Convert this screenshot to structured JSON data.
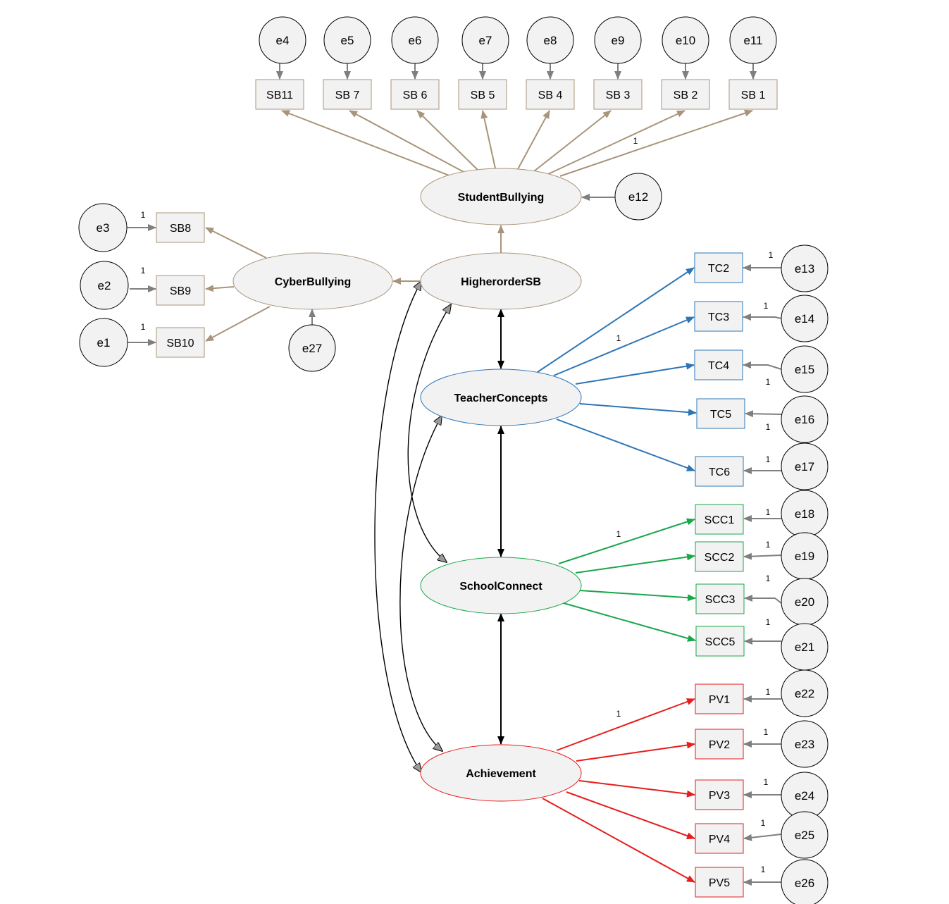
{
  "colors": {
    "student_bullying": "#a8947a",
    "teacher_concepts": "#2e75b6",
    "school_connect": "#1aa64a",
    "achievement": "#e81c1c",
    "error_arrow": "#7f7f7f",
    "covariance": "#000000",
    "node_fill": "#f2f2f2"
  },
  "latents": {
    "student_bullying": "StudentBullying",
    "cyber_bullying": "CyberBullying",
    "higher_order_sb": "HigherorderSB",
    "teacher_concepts": "TeacherConcepts",
    "school_connect": "SchoolConnect",
    "achievement": "Achievement"
  },
  "observed": {
    "sb11": "SB11",
    "sb7": "SB 7",
    "sb6": "SB 6",
    "sb5": "SB 5",
    "sb4": "SB 4",
    "sb3": "SB 3",
    "sb2": "SB 2",
    "sb1": "SB 1",
    "sb8": "SB8",
    "sb9": "SB9",
    "sb10": "SB10",
    "tc2": "TC2",
    "tc3": "TC3",
    "tc4": "TC4",
    "tc5": "TC5",
    "tc6": "TC6",
    "scc1": "SCC1",
    "scc2": "SCC2",
    "scc3": "SCC3",
    "scc5": "SCC5",
    "pv1": "PV1",
    "pv2": "PV2",
    "pv3": "PV3",
    "pv4": "PV4",
    "pv5": "PV5"
  },
  "errors": {
    "e1": "e1",
    "e2": "e2",
    "e3": "e3",
    "e4": "e4",
    "e5": "e5",
    "e6": "e6",
    "e7": "e7",
    "e8": "e8",
    "e9": "e9",
    "e10": "e10",
    "e11": "e11",
    "e12": "e12",
    "e13": "e13",
    "e14": "e14",
    "e15": "e15",
    "e16": "e16",
    "e17": "e17",
    "e18": "e18",
    "e19": "e19",
    "e20": "e20",
    "e21": "e21",
    "e22": "e22",
    "e23": "e23",
    "e24": "e24",
    "e25": "e25",
    "e26": "e26",
    "e27": "e27"
  },
  "weights": {
    "sb1": "1",
    "sb8": "1",
    "sb9": "1",
    "sb10": "1",
    "tc_loading": "1",
    "scc_loading": "1",
    "pv_loading": "1",
    "e13": "1",
    "e14": "1",
    "e15": "1",
    "e16": "1",
    "e17": "1",
    "e18": "1",
    "e19": "1",
    "e20": "1",
    "e21": "1",
    "e22": "1",
    "e23": "1",
    "e24": "1",
    "e25": "1",
    "e26": "1"
  }
}
